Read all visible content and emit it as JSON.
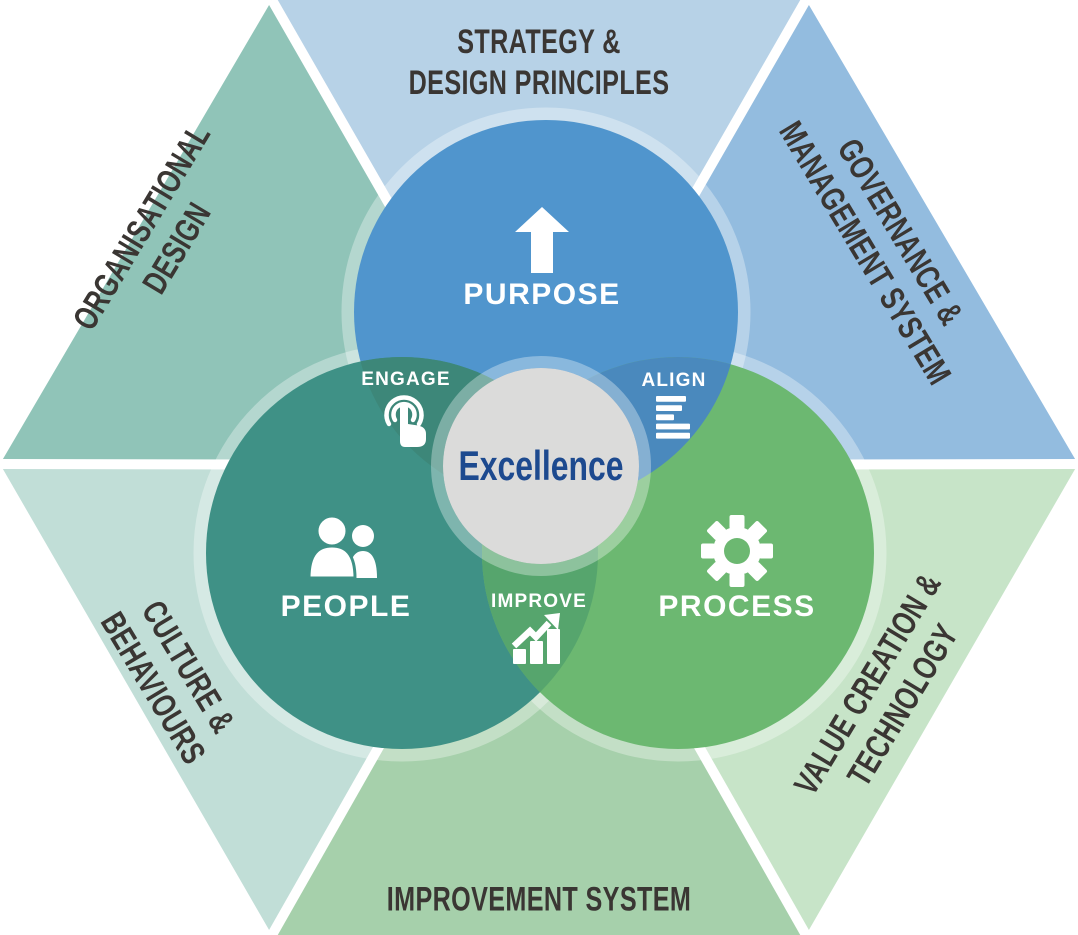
{
  "diagram": {
    "outer_sections": {
      "strategy": {
        "line1": "STRATEGY &",
        "line2": "DESIGN PRINCIPLES"
      },
      "governance": {
        "line1": "GOVERNANCE &",
        "line2": "MANAGEMENT SYSTEM"
      },
      "value_creation": {
        "line1": "VALUE CREATION &",
        "line2": "TECHNOLOGY"
      },
      "improvement": {
        "line1": "IMPROVEMENT SYSTEM"
      },
      "culture": {
        "line1": "CULTURE &",
        "line2": "BEHAVIOURS"
      },
      "organisational_design": {
        "line1": "ORGANISATIONAL",
        "line2": "DESIGN"
      }
    },
    "circles": {
      "purpose": {
        "label": "PURPOSE",
        "icon": "arrow-up-icon",
        "color": "#5095cd"
      },
      "people": {
        "label": "PEOPLE",
        "icon": "people-icon",
        "color": "#3f9186"
      },
      "process": {
        "label": "PROCESS",
        "icon": "gear-icon",
        "color": "#6cb871"
      }
    },
    "intersections": {
      "engage": {
        "label": "ENGAGE",
        "icon": "tap-icon",
        "color": "#3d8779"
      },
      "align": {
        "label": "ALIGN",
        "icon": "align-lines-icon",
        "color": "#4a89bd"
      },
      "improve": {
        "label": "IMPROVE",
        "icon": "growth-chart-icon",
        "color": "#56a56d"
      }
    },
    "center": {
      "label": "Excellence",
      "color": "#dbdbda",
      "text_color": "#1d4a8f"
    },
    "colors": {
      "strategy": "#b7d2e7",
      "governance": "#93bcdf",
      "value_creation": "#c7e4c8",
      "improvement": "#a6d0ab",
      "culture": "#c1ded7",
      "organisational_design": "#90c4b8",
      "label_text": "#3a3633",
      "divider": "#ffffff",
      "icon": "#ffffff"
    }
  }
}
